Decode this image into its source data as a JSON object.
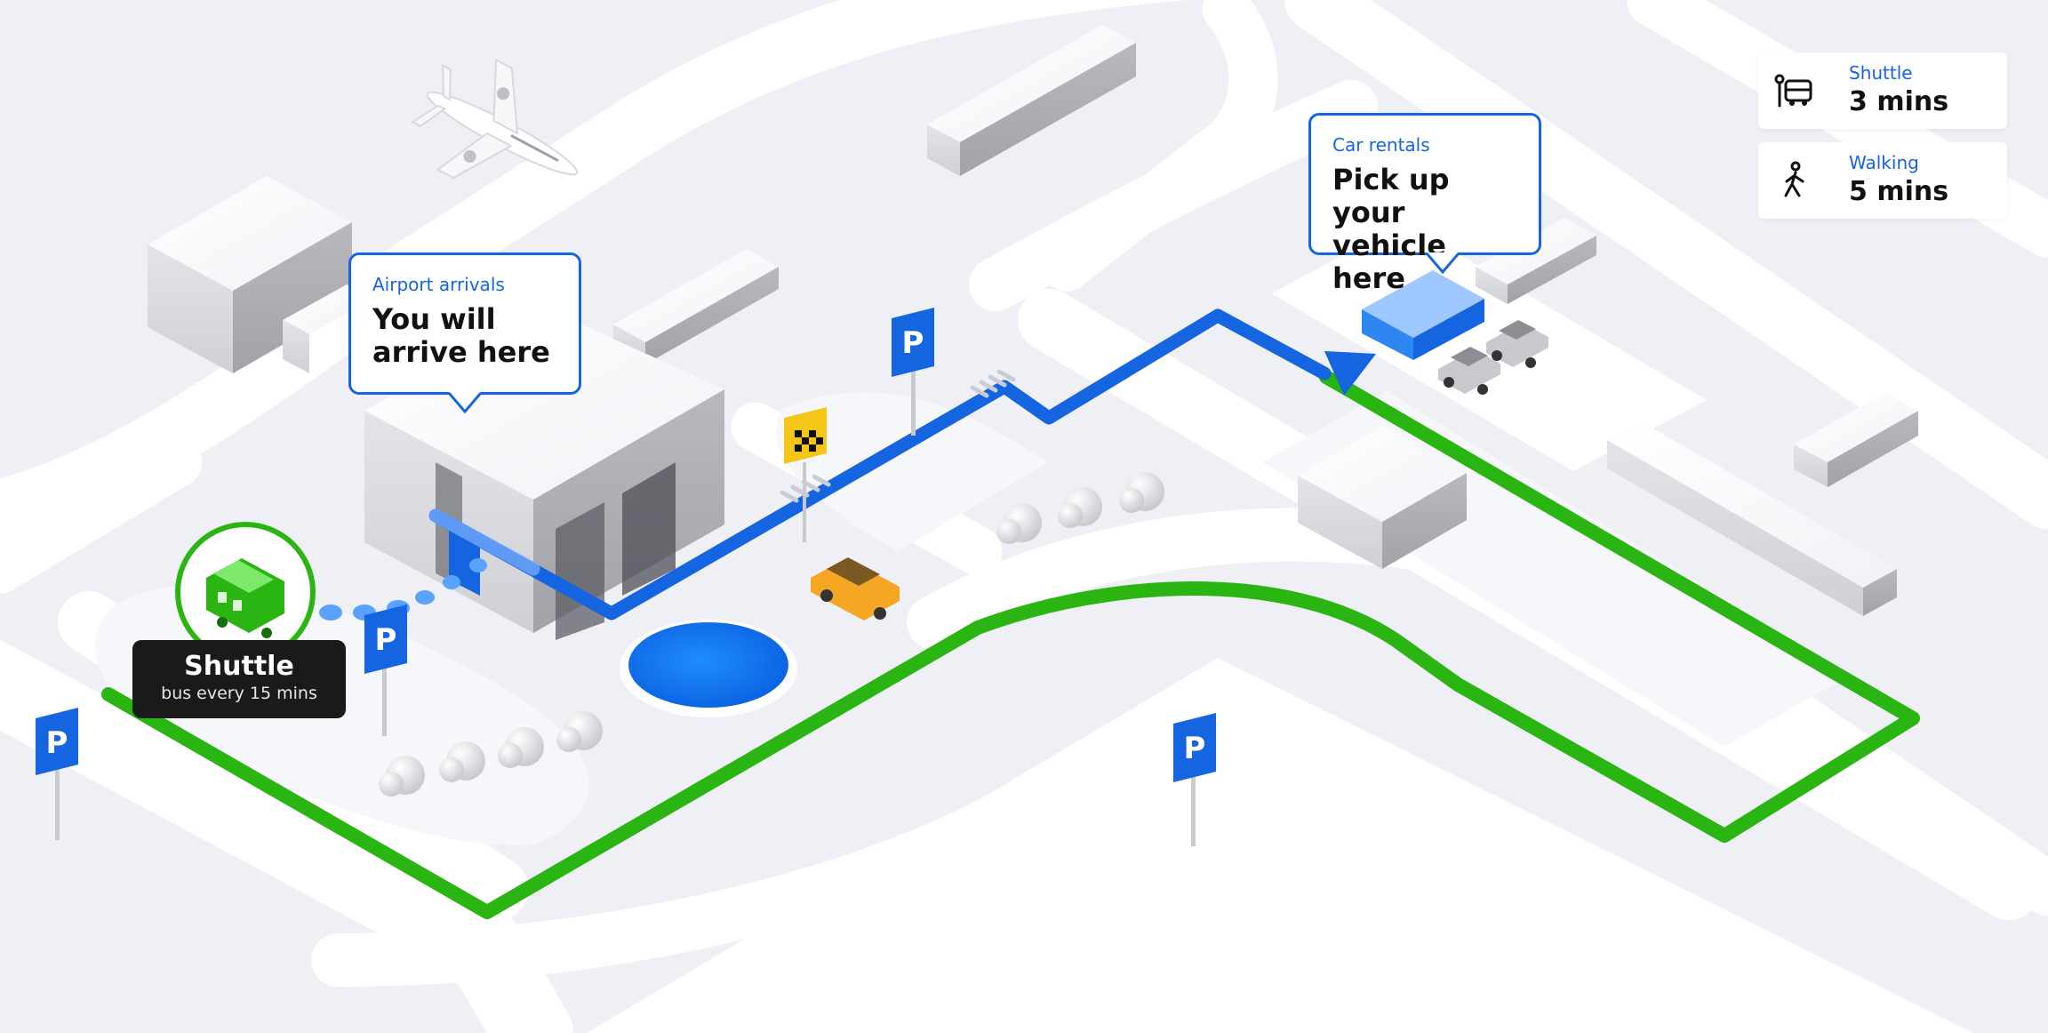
{
  "callouts": {
    "arrivals": {
      "label": "Airport arrivals",
      "title_line1": "You will",
      "title_line2": "arrive here"
    },
    "rentals": {
      "label": "Car rentals",
      "title_line1": "Pick up your",
      "title_line2": "vehicle here"
    }
  },
  "shuttle_badge": {
    "title": "Shuttle",
    "subtitle": "bus every 15 mins"
  },
  "legend": [
    {
      "label": "Shuttle",
      "value": "3 mins",
      "icon": "bus-stop-icon"
    },
    {
      "label": "Walking",
      "value": "5 mins",
      "icon": "walking-person-icon"
    }
  ],
  "parking_sign_letter": "P",
  "colors": {
    "walking_route": "#1565e0",
    "shuttle_route": "#2bb512",
    "background": "#eef0f6",
    "road": "#ffffff",
    "taxi": "#f5a623"
  }
}
